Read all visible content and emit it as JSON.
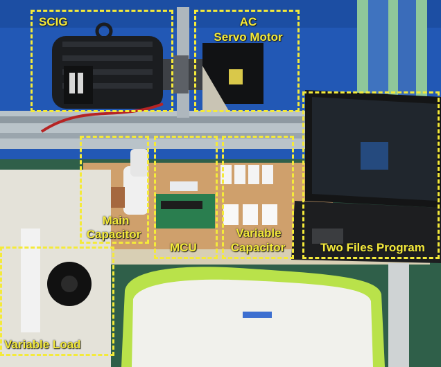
{
  "labels": {
    "scig": "SCIG",
    "ac_servo_line1": "AC",
    "ac_servo_line2": "Servo Motor",
    "main_capacitor_line1": "Main",
    "main_capacitor_line2": "Capacitor",
    "mcu": "MCU",
    "variable_capacitor_line1": "Variable",
    "variable_capacitor_line2": "Capacitor",
    "two_files_program": "Two Files Program",
    "variable_load": "Variable Load"
  },
  "colors": {
    "annotation": "#f4ea3a",
    "wall": "#1f58b8",
    "machine": "#1b1d20",
    "table": "#cfa06c",
    "floor": "#2f5f49"
  }
}
